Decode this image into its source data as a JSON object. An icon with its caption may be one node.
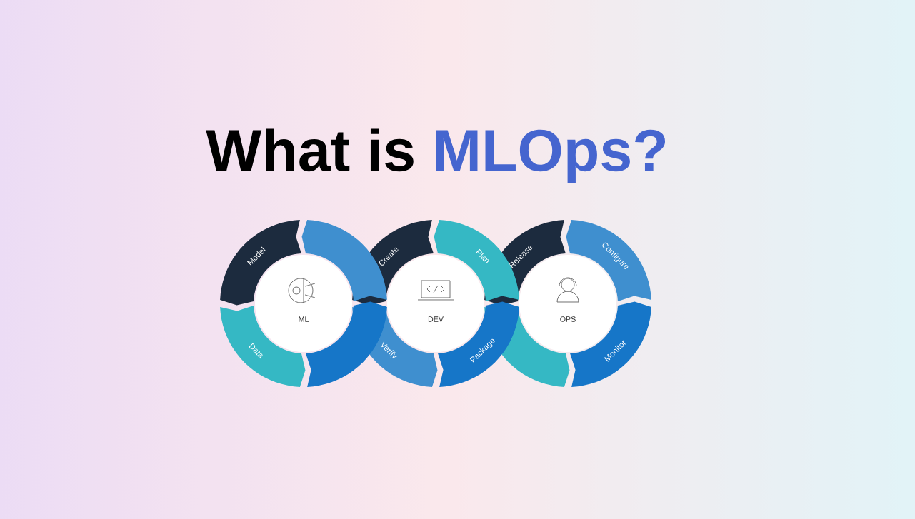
{
  "diagram": {
    "title": "What is **MLOps?**",
    "nodes": [
      {
        "text": [
          "ML"
        ]
      },
      {
        "text": [
          "Model"
        ]
      },
      {
        "text": [],
        "shape": "arc"
      },
      {
        "text": [
          "Data"
        ]
      },
      {
        "text": [],
        "shape": "arc"
      },
      {
        "text": [
          "DEV"
        ]
      },
      {
        "text": [
          "Create"
        ]
      },
      {
        "text": [
          "Plan"
        ]
      },
      {
        "text": [
          "Verify"
        ]
      },
      {
        "text": [
          "Package"
        ]
      },
      {
        "text": [
          "OPS"
        ]
      },
      {
        "text": [
          "Release"
        ]
      },
      {
        "text": [
          "Configure"
        ]
      },
      {
        "text": [],
        "shape": "arc"
      },
      {
        "text": [
          "Monitor"
        ]
      }
    ]
  }
}
